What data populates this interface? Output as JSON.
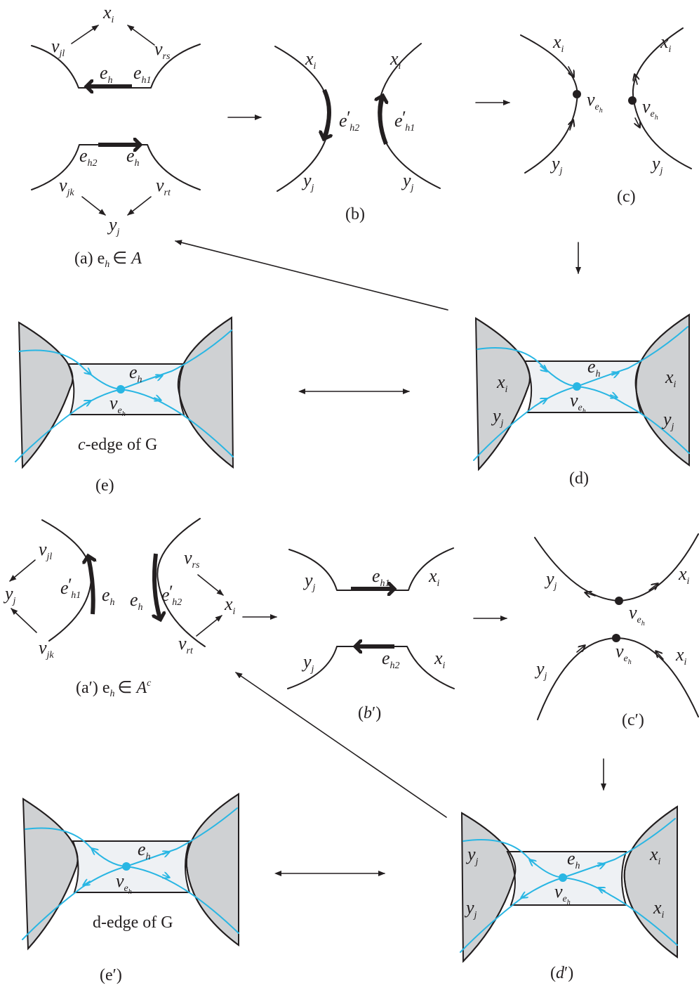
{
  "colors": {
    "stroke": "#231f20",
    "blue": "#29b6e3",
    "face_gray": "#cfd1d3",
    "band": "#eef1f4"
  },
  "symbols": {
    "x": "x",
    "y": "y",
    "v": "v",
    "e": "e",
    "i": "i",
    "j": "j",
    "h": "h",
    "jl": "jl",
    "jk": "jk",
    "rs": "rs",
    "rt": "rt",
    "h1": "h1",
    "h2": "h2",
    "prime": "′"
  },
  "captions": {
    "a_prefix": "(a) e",
    "a_elem": "∈",
    "a_set": "A",
    "b": "(b)",
    "c": "(c)",
    "d": "(d)",
    "e": "(e)",
    "e_note_c": "c",
    "e_note_rest": "-edge of G",
    "ap_prefix": "(a′) e",
    "ap_set": "A",
    "ap_sup": "c",
    "bp_open": "(",
    "bp_b": "b",
    "bp_close": "′)",
    "cp": "(c′)",
    "dp_open": "(",
    "dp_d": "d",
    "dp_close": "′)",
    "ep": "(e′)",
    "ep_note": "d-edge of G"
  }
}
